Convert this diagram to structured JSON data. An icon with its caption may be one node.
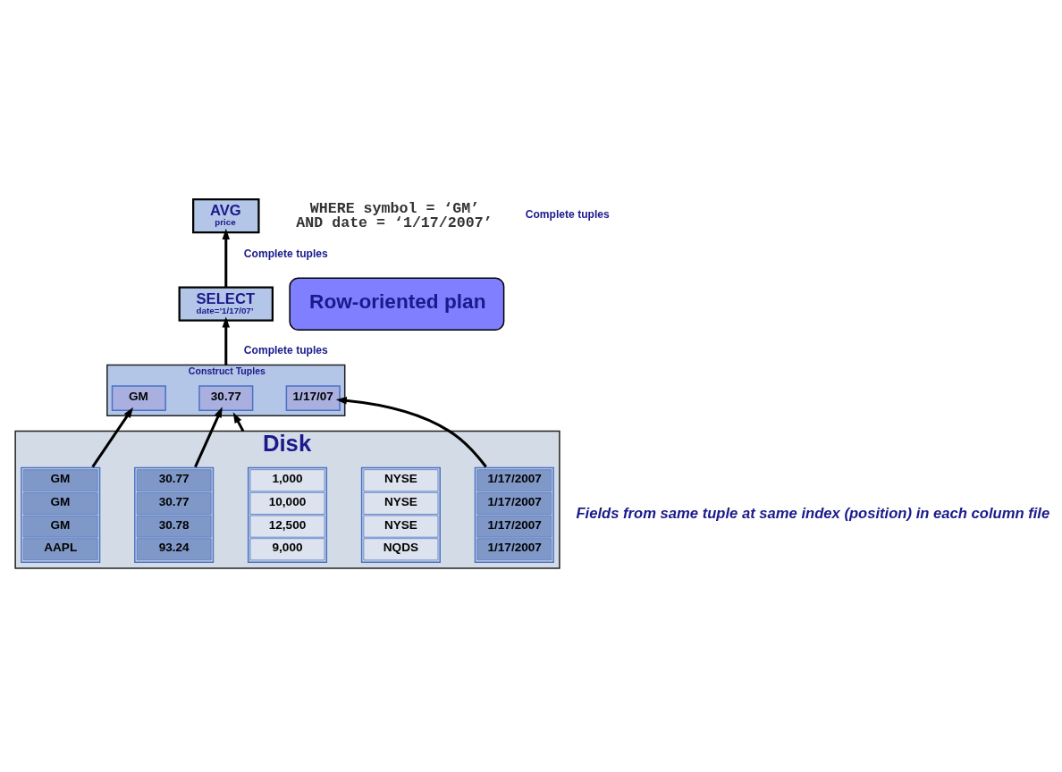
{
  "diagram": {
    "nodes": [
      {
        "text": [
          "AVG",
          "price"
        ]
      },
      {
        "text": [
          "SELECT",
          "date=’1/17/07’"
        ]
      },
      {
        "text": [
          "Row-oriented plan"
        ]
      },
      {
        "text": [
          "Construct Tuples"
        ]
      },
      {
        "text": [
          "GM"
        ],
        "in": 3
      },
      {
        "text": [
          "30.77"
        ],
        "in": 3
      },
      {
        "text": [
          "1/17/07"
        ],
        "in": 3
      },
      {
        "text": [
          "Disk"
        ]
      },
      {
        "text": [
          "GM",
          "GM",
          "GM",
          "AAPL"
        ],
        "in": 7
      },
      {
        "text": [
          "30.77",
          "30.77",
          "30.78",
          "93.24"
        ],
        "in": 7
      },
      {
        "text": [
          "1,000",
          "10,000",
          "12,500",
          "9,000"
        ],
        "in": 7
      },
      {
        "text": [
          "NYSE",
          "NYSE",
          "NYSE",
          "NQDS"
        ],
        "in": 7
      },
      {
        "text": [
          "1/17/2007",
          "1/17/2007",
          "1/17/2007",
          "1/17/2007"
        ],
        "in": 7
      }
    ],
    "edges": [
      {
        "from": 1,
        "to": 0,
        "arrow": "to",
        "label": "Complete tuples"
      },
      {
        "from": 3,
        "to": 1,
        "arrow": "to",
        "label": "Complete tuples"
      },
      {
        "from": 8,
        "to": 4,
        "arrow": "to"
      },
      {
        "from": 9,
        "to": 5,
        "arrow": "to"
      },
      {
        "from": 7,
        "to": 3,
        "arrow": "to"
      },
      {
        "from": 12,
        "to": 6,
        "arrow": "to"
      }
    ],
    "labels": [
      "Complete tuples",
      "WHERE symbol = ‘GM’",
      "AND date = ‘1/17/2007’",
      "Fields from same tuple at same index (position) in each column file"
    ]
  }
}
